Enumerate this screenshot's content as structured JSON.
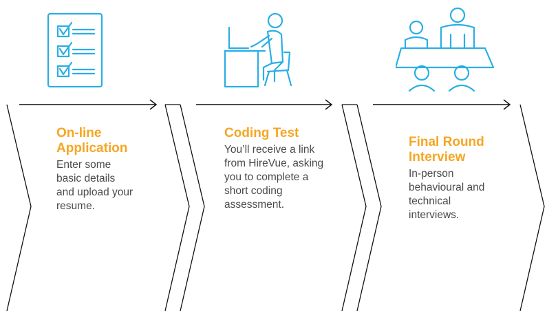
{
  "steps": [
    {
      "icon": "checklist-icon",
      "title_lines": [
        "On-line",
        "Application"
      ],
      "desc_lines": [
        "Enter some",
        "basic details",
        "and upload your",
        "resume."
      ]
    },
    {
      "icon": "person-at-desk-icon",
      "title_lines": [
        "Coding Test"
      ],
      "desc_lines": [
        "You’ll receive a link",
        "from HireVue, asking",
        "you to complete a",
        "short coding",
        "assessment."
      ]
    },
    {
      "icon": "interview-panel-icon",
      "title_lines": [
        "Final Round",
        "Interview"
      ],
      "desc_lines": [
        "In-person",
        "behavioural and",
        "technical",
        "interviews."
      ]
    }
  ],
  "colors": {
    "icon_blue": "#29aee6",
    "title_orange": "#f5a623",
    "text_gray": "#4a4a4a",
    "line_black": "#111111"
  }
}
